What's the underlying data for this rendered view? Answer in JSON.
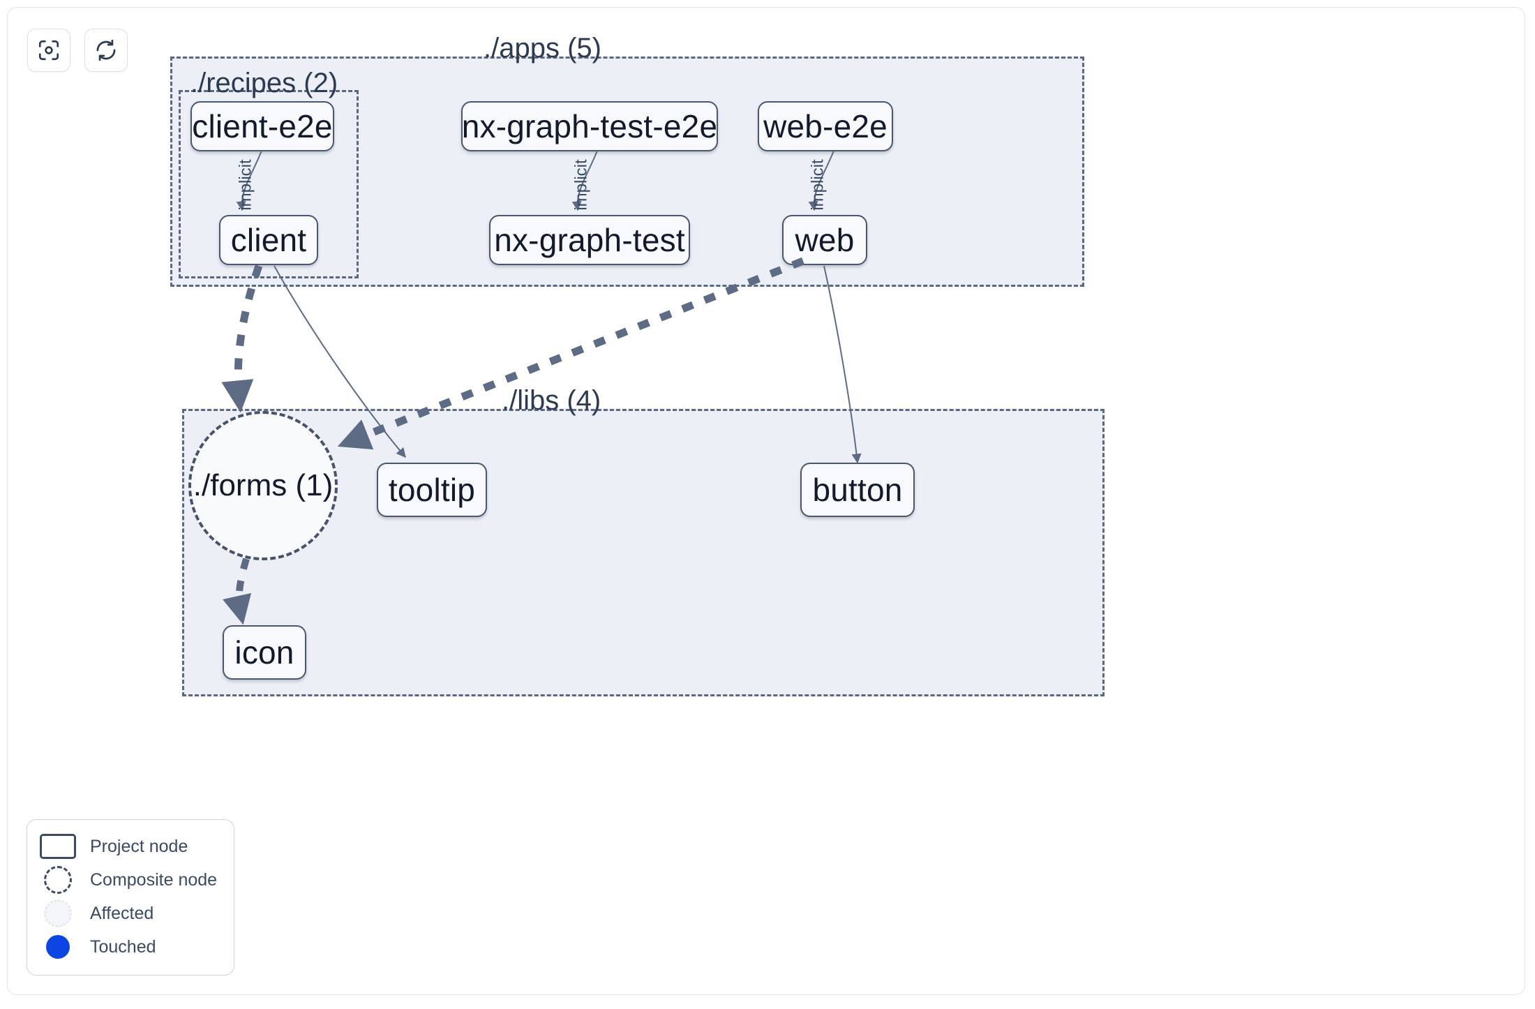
{
  "toolbar": {
    "buttons": [
      {
        "name": "focus-graph-button",
        "icon": "focus-target-icon",
        "label": ""
      },
      {
        "name": "refresh-graph-button",
        "icon": "refresh-icon",
        "label": ""
      }
    ]
  },
  "graph": {
    "groups": [
      {
        "id": "apps",
        "label": "./apps (5)"
      },
      {
        "id": "recipes",
        "label": "./recipes (2)"
      },
      {
        "id": "libs",
        "label": "./libs (4)"
      }
    ],
    "nodes": [
      {
        "id": "client-e2e",
        "label": "client-e2e",
        "type": "project"
      },
      {
        "id": "nx-graph-test-e2e",
        "label": "nx-graph-test-e2e",
        "type": "project"
      },
      {
        "id": "web-e2e",
        "label": "web-e2e",
        "type": "project"
      },
      {
        "id": "client",
        "label": "client",
        "type": "project"
      },
      {
        "id": "nx-graph-test",
        "label": "nx-graph-test",
        "type": "project"
      },
      {
        "id": "web",
        "label": "web",
        "type": "project"
      },
      {
        "id": "forms",
        "label": "./forms (1)",
        "type": "composite"
      },
      {
        "id": "tooltip",
        "label": "tooltip",
        "type": "project"
      },
      {
        "id": "button",
        "label": "button",
        "type": "project"
      },
      {
        "id": "icon",
        "label": "icon",
        "type": "project"
      }
    ],
    "edges": [
      {
        "from": "client-e2e",
        "to": "client",
        "label": "implicit",
        "style": "solid"
      },
      {
        "from": "nx-graph-test-e2e",
        "to": "nx-graph-test",
        "label": "implicit",
        "style": "solid"
      },
      {
        "from": "web-e2e",
        "to": "web",
        "label": "implicit",
        "style": "solid"
      },
      {
        "from": "client",
        "to": "forms",
        "label": "",
        "style": "dashed"
      },
      {
        "from": "client",
        "to": "tooltip",
        "label": "",
        "style": "solid"
      },
      {
        "from": "web",
        "to": "forms",
        "label": "",
        "style": "dashed"
      },
      {
        "from": "web",
        "to": "button",
        "label": "",
        "style": "solid"
      },
      {
        "from": "forms",
        "to": "icon",
        "label": "",
        "style": "dashed"
      }
    ]
  },
  "legend": {
    "items": [
      {
        "name": "legend-project-node",
        "swatch": "project-node-swatch",
        "label": "Project node"
      },
      {
        "name": "legend-composite-node",
        "swatch": "composite-node-swatch",
        "label": "Composite node"
      },
      {
        "name": "legend-affected",
        "swatch": "affected-swatch",
        "label": "Affected"
      },
      {
        "name": "legend-touched",
        "swatch": "touched-swatch",
        "label": "Touched"
      }
    ]
  },
  "colors": {
    "group_fill": "#ecf0f6",
    "group_border": "#5b6884",
    "node_fill": "#f7f9fc",
    "node_border": "#4a5771",
    "edge": "#5d6b84",
    "text": "#121a2b",
    "touched": "#0b45e4"
  }
}
